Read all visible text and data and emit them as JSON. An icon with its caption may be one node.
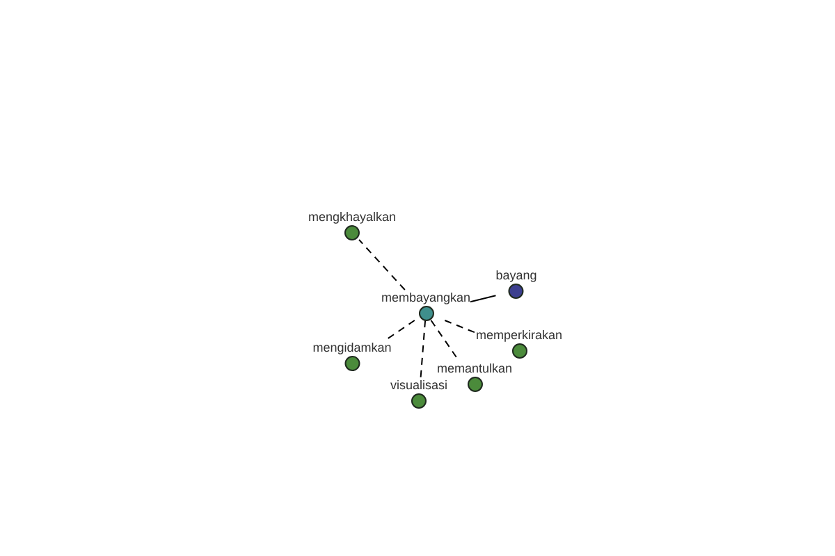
{
  "diagram": {
    "nodes": [
      {
        "text": [
          "mengkhayalkan"
        ]
      },
      {
        "text": [
          "bayang"
        ]
      },
      {
        "text": [
          "membayangkan"
        ]
      },
      {
        "text": [
          "memperkirakan"
        ]
      },
      {
        "text": [
          "mengidamkan"
        ]
      },
      {
        "text": [
          "memantulkan"
        ]
      },
      {
        "text": [
          "visualisasi"
        ]
      }
    ],
    "edges": [
      {
        "from": 2,
        "to": 1,
        "arrow": "none"
      },
      {
        "from": 2,
        "to": 0,
        "arrow": "none",
        "style": "dashed"
      },
      {
        "from": 2,
        "to": 3,
        "arrow": "none",
        "style": "dashed"
      },
      {
        "from": 2,
        "to": 4,
        "arrow": "none",
        "style": "dashed"
      },
      {
        "from": 2,
        "to": 5,
        "arrow": "none",
        "style": "dashed"
      },
      {
        "from": 2,
        "to": 6,
        "arrow": "none",
        "style": "dashed"
      }
    ]
  }
}
